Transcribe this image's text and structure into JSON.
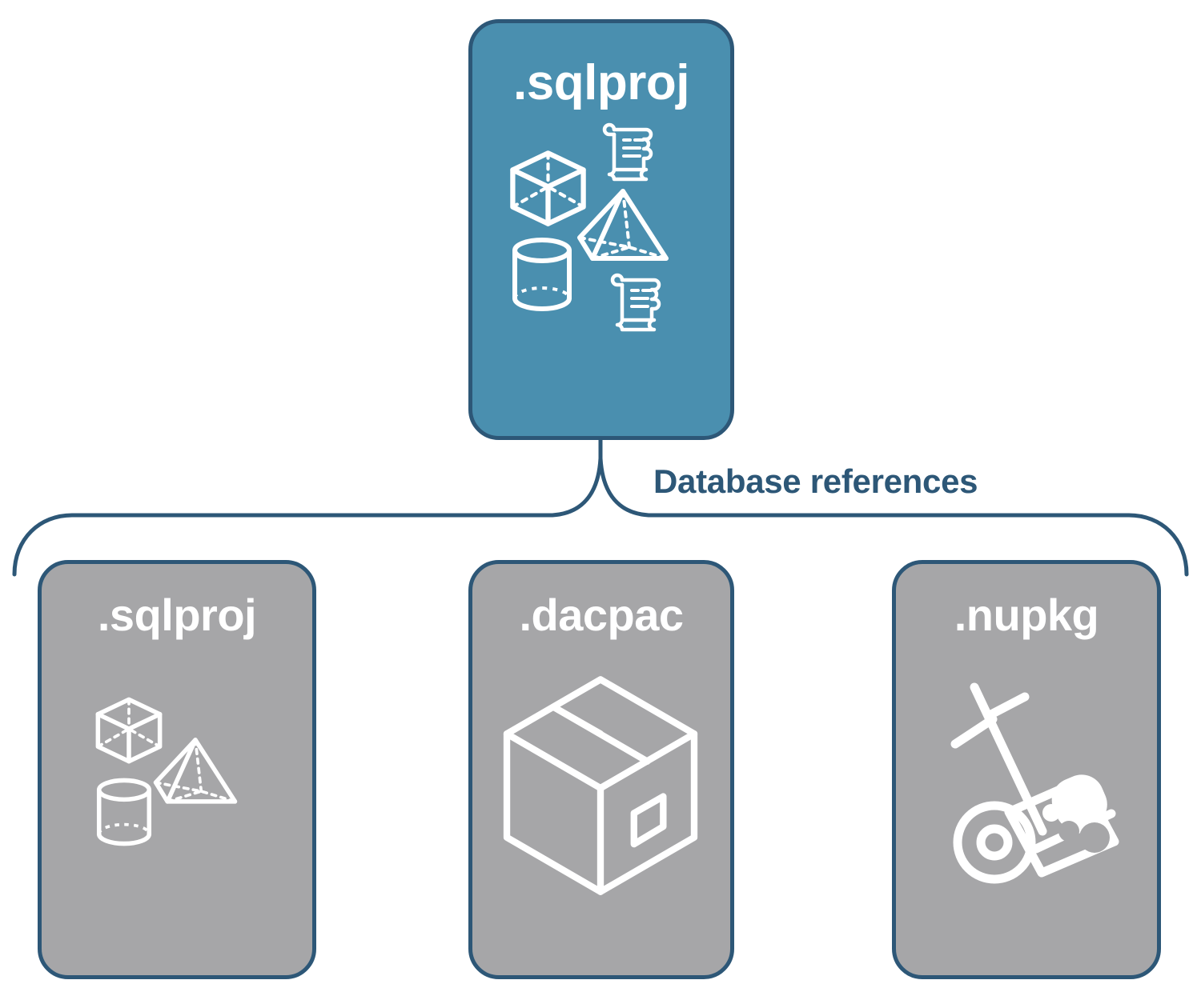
{
  "diagram": {
    "title": "SQL database project references",
    "colors": {
      "accent_fill": "#4A8FAF",
      "neutral_fill": "#A6A6A8",
      "stroke": "#2D5777",
      "icon": "#FFFFFF",
      "background": "#FFFFFF"
    },
    "root_node": {
      "label": ".sqlproj",
      "fill": "#4A8FAF",
      "icons": [
        {
          "name": "cube-icon",
          "label": "cube"
        },
        {
          "name": "scroll-icon-top",
          "label": "scroll"
        },
        {
          "name": "pyramid-icon",
          "label": "pyramid"
        },
        {
          "name": "cylinder-icon",
          "label": "cylinder"
        },
        {
          "name": "scroll-icon-bottom",
          "label": "scroll"
        }
      ]
    },
    "connector": {
      "label": "Database references",
      "style": "curly-bracket",
      "color": "#2D5777"
    },
    "reference_nodes": [
      {
        "label": ".sqlproj",
        "fill": "#A6A6A8",
        "icons": [
          {
            "name": "cube-icon",
            "label": "cube"
          },
          {
            "name": "pyramid-icon",
            "label": "pyramid"
          },
          {
            "name": "cylinder-icon",
            "label": "cylinder"
          }
        ]
      },
      {
        "label": ".dacpac",
        "fill": "#A6A6A8",
        "icons": [
          {
            "name": "package-box-icon",
            "label": "shipping box"
          }
        ]
      },
      {
        "label": ".nupkg",
        "fill": "#A6A6A8",
        "icons": [
          {
            "name": "hand-truck-nuget-icon",
            "label": "hand truck with NuGet package"
          }
        ]
      }
    ]
  }
}
